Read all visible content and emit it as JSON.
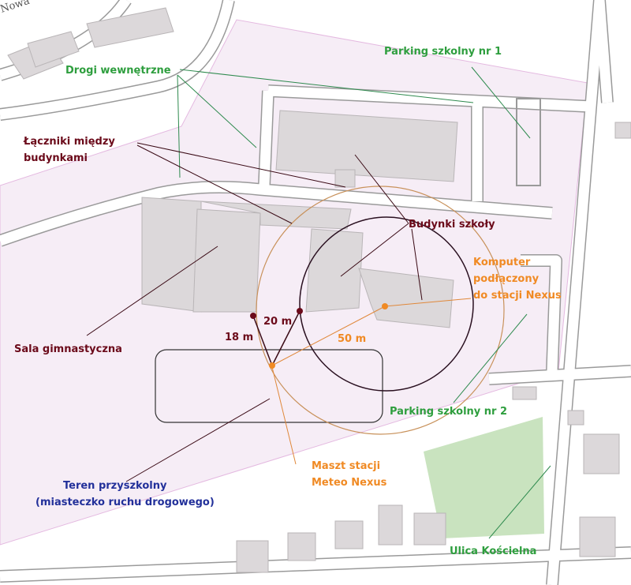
{
  "street_top": "Nowa",
  "labels": {
    "internal_roads": "Drogi wewnętrzne",
    "parking_1": "Parking szkolny nr 1",
    "connectors_line1": "Łączniki między",
    "connectors_line2": "budynkami",
    "school_buildings": "Budynki szkoły",
    "computer_line1": "Komputer",
    "computer_line2": "podłączony",
    "computer_line3": "do stacji Nexus",
    "gym": "Sala gimnastyczna",
    "dist_18": "18 m",
    "dist_20": "20 m",
    "dist_50": "50 m",
    "parking_2": "Parking szkolny nr 2",
    "mast_line1": "Maszt stacji",
    "mast_line2": "Meteo Nexus",
    "grounds_line1": "Teren przyszkolny",
    "grounds_line2": "(miasteczko ruchu drogowego)",
    "street_right": "Ulica Kościelna"
  },
  "colors": {
    "green": "#2e9e3e",
    "darkred": "#6b0a1a",
    "orange": "#f08a24",
    "blue": "#22309a",
    "school_area": "#f6edf6",
    "field": "#c9e3bf"
  }
}
